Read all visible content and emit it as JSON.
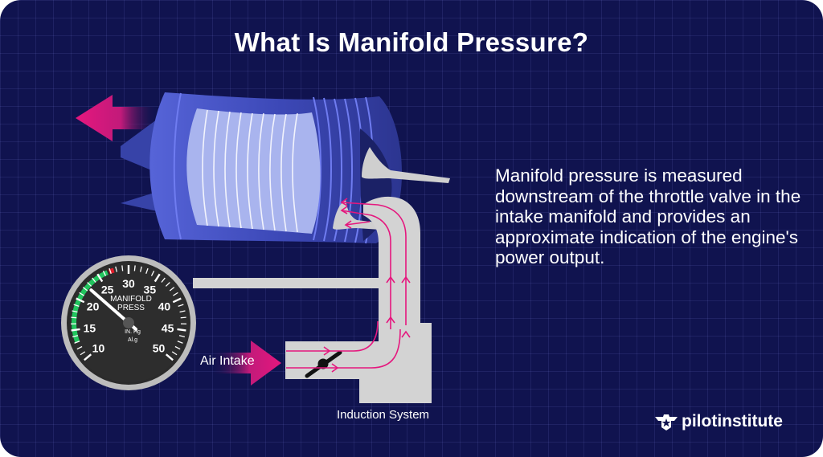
{
  "title": "What Is Manifold Pressure?",
  "description": "Manifold pressure is measured downstream of the throttle valve in the intake manifold and provides an approximate indication of the engine's power output.",
  "labels": {
    "air_intake": "Air Intake",
    "induction_system": "Induction System"
  },
  "gauge": {
    "title_line1": "MANIFOLD",
    "title_line2": "PRESS",
    "unit_line1": "IN. Hg",
    "unit_line2": "Al.g",
    "scale": [
      "10",
      "15",
      "20",
      "25",
      "30",
      "35",
      "40",
      "45",
      "50"
    ],
    "needle_value": 22.5
  },
  "brand": {
    "name": "pilotinstitute"
  },
  "colors": {
    "background": "#10134f",
    "airflow": "#e5177e",
    "gauge_green": "#22c55e",
    "gauge_red": "#e11d2a",
    "cylinder": "#4c5bd4",
    "duct": "#d3d3d3"
  }
}
